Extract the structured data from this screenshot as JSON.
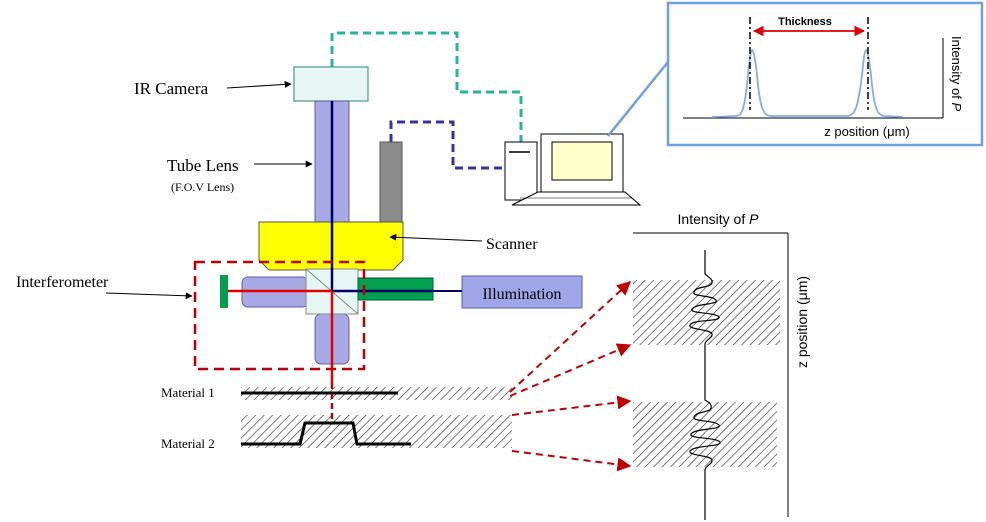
{
  "labels": {
    "ir_camera": "IR Camera",
    "tube_lens": "Tube Lens",
    "fov_lens": "(F.O.V Lens)",
    "scanner": "Scanner",
    "interferometer": "Interferometer",
    "illumination": "Illumination",
    "material_1": "Material 1",
    "material_2": "Material 2",
    "thickness": "Thickness",
    "inset_ylabel_prefix": "Intensity of ",
    "inset_xlabel": "z position (μm)",
    "signal_xlabel_prefix": "Intensity of ",
    "signal_ylabel": "z position (μm)",
    "italic_symbol": "P"
  },
  "colors": {
    "camera_fill": "#e6f7f3",
    "lens_fill": "#a9a9e6",
    "scanner_fill": "#ffff00",
    "illumination_fill": "#9ea5e8",
    "green_cable": "#1fb89a",
    "blue_cable": "#3333aa",
    "interferometer_box": "#c00000",
    "arrow_red": "#c00000",
    "beam_red": "#e00000",
    "optical_axis": "#000066",
    "inset_border": "#6f9fe0",
    "inset_curve": "#86aee0",
    "thickness_arrow": "#e00000",
    "green_element": "#00a050",
    "grey_post": "#8c8c8c"
  }
}
